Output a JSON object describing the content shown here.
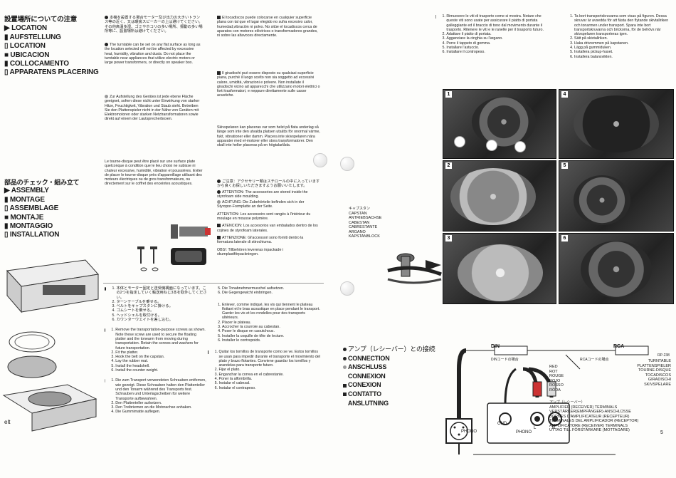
{
  "left_titles": [
    "設置場所についての注意",
    "LOCATION",
    "AUFSTELLUNG",
    "LOCATION",
    "UBICACION",
    "COLLOCAMENTO",
    "APPARATENS PLACERING"
  ],
  "assembly_titles": [
    "部品のチェック・組み立て",
    "ASSEMBLY",
    "MONTAGE",
    "ASSEMBLAGE",
    "MONTAJE",
    "MONTAGGIO",
    "INSTALLATION"
  ],
  "col2": {
    "jp": "本機を設置する場合モーター及び出力の大きいトランス等の近く、又は暖房スピーカーの上は避けてください。その他高温多湿、ゴミやホコリの多い場所、振動の多い場所等に、設置場所は避けてください。",
    "en": "The turntable can be set on any flat surface as long as the location selected will not be affected by excessive heat, humidity, vibration and dusts. Do not place the turntable near appliances that utilize electric motors or large power transformers, or directly on speaker box.",
    "de": "Zur Aufstellung des Gerätes ist jede ebene Fläche geeignet, sofern diese nicht unter Einwirkung von starker Hitze, Feuchtigkeit, Vibration und Staub steht. Betreiben Sie den Plattenspieler nicht in der Nähe von Geräten mit Elektromotoren oder starken Netztransformatoren sowie direkt auf einem der Lautsprecherboxen.",
    "fr": "Le tourne-disque peut être placé sur une surface plate quelconque à condition que le lieu choisi ne subisse ni chaleur excessive, humidité, vibration et poussières. Eviter de placer le tourne-disque près d'appareillage utilisant des moteurs électriques ou de gros transformateurs, ou directement sur le coffret des enceintes acoustiques."
  },
  "col3": {
    "es": "El tocadiscos puede colocarse en cualquier superficie plana con tal que el lugar elegido no sufra excesivo calor, humedad,vibración ni polvo. No sitúe el tocadiscos cerca de aparatos con motores eléctricos o transformadores grandes, ni sobre las altavoces directamente.",
    "it": "Il giradischi può essere disposto su qualsiasi superficie piana, purché il luogo scelto non sia soggetto ad eccessivi calore, umidità, vibrazioni e polvere. Non installate il giradischi vicino ad apparecchi che utilizzano motori elettrici o forti trasformatori, e neppure direttamente sulle casse acustiche.",
    "sv": "Skivspelaren kan placeras var som helst på flata underlag så länge som inte den utvalda platsen utsätts för onormal värme, fukt, vibrationer eller damm. Placera inte skivspelaren nära apparater med el-motorer eller stora transformatorer. Den skall inte heller placeras på en högtalarlåda."
  },
  "acc": {
    "jp": "ご注意：アクセサリー類はスチロールの中に入っていますから良くお探しいただきますようお願いいたします。",
    "en": "ATTENTION: The accessories are stored inside the styrofoam side moulding.",
    "de": "ACHTUNG: Die Zubehörteile befinden sich in der Styropor-Formplatte an der Seite.",
    "fr": "ATTENTION: Les accessoirs sont rangés à l'intérieur du moulage en mousse polymère.",
    "es": "ATENCION: Los accesorios van embalados dentro de los cojines de styrofoam laterales.",
    "it": "ATTENZIONE: Gl'accessori sono forniti dentro la formatura laterale di stirochiuma.",
    "sv": "OBS!: Tillbehören levereras inpackade i skumplastförpackningen."
  },
  "steps": {
    "jp": [
      "本体とモーター固定と送受機構面になっています。この2つを指定していく輸送用ねじ3本を取外してください。",
      "ターンテーブルを乗せる。",
      "ベルトをキャプスタンに掛ける。",
      "ゴムシートを乗せる。",
      "ヘッドシェルを取付ける。",
      "カウンターウエイトを差し込む。"
    ],
    "en": [
      "Remove the transportation-purpose screws as shown. Note these screw are used to secure the floating platter and the tonearm from moving during transportation. Retain the screws and washers for future transportation.",
      "Fit the platter.",
      "Hook the belt on the capstan.",
      "Lay the rubber mat.",
      "Install the headshell.",
      "Install the counter weight."
    ],
    "de": [
      "Die zum Transport verwendeten Schrauben entfernen, wie gezeigt. Diese Schrauben halten den Plattenteller und den Tonarm während des Transports fest. Schrauben und Unterlagscheiben für weitere Transporte aufbewahren.",
      "Den Plattenteller aufsetzen.",
      "Den Treibriemen an die Motorachse anhaken.",
      "Die Gummimatte auflegen."
    ],
    "de2": [
      "Die Tonabnehmermuschel aufsetzen.",
      "Die Gegengewicht einbringen."
    ],
    "fr": [
      "Enlever, comme indiqué, les vis qui tiennent le plateau flottant et le bras acoustique en place pendant le transport. Garder les vis et les rondelles pour des transports ultérieurs.",
      "Placer le plateau.",
      "Accrocher la courroie au cabestan.",
      "Poser le disque en caoutchouc.",
      "Installer la coquille de tête de lecture.",
      "Installer le contrepoids."
    ],
    "es": [
      "Quitar los tornillos de transporte como se ve. Estos tornillos se usan para impedir durante el transporte el movimiento del plato y brazo flotantes. Conviene guardar los tornillos y arandelas para transporte futuro.",
      "Fijar el plato.",
      "Enganchar la correa en el cabrestante.",
      "Poner la alfombrilla.",
      "Instalar el cabezal.",
      "Instalar el contrapeso."
    ],
    "it": [
      "Rimuovere le viti di trasporto come si mostra. Notare che queste viti sono usate per assicurare il piatto di portata galleggiante ed il braccio di tono dal movimento durante il trasporto. Ritenere le viti e le ranelle per il trasporto futuro.",
      "Adattare il piatto di portata.",
      "Agganciare la cinghia su l'argano.",
      "Porre il tappeto di gomma.",
      "Installare l'astuccio.",
      "Installare il contropeso."
    ],
    "sv": [
      "Ta bort transportskruvarna som visas på figuren. Dessa skruvar är avsedda för att fästa den flytande skivtallriken och tonarmen under transport. Spara inte bort transportskruvarna och brickorna, för de behövs när skivspelaren transporteras igen.",
      "Sätt på skivtallriken.",
      "Haka drivremmen på kapstanen.",
      "Lägg på gummiduken.",
      "Installera pickup-huset.",
      "Installera balansvikten."
    ]
  },
  "capstan_labels": [
    "キャプスタン",
    "CAPSTAN",
    "ANTRIEBSACHSE",
    "CABESTAN",
    "CABRESTANTE",
    "ARGANO",
    "KAPSTANBLOCK"
  ],
  "photo_numbers": [
    "1",
    "2",
    "3",
    "4",
    "5",
    "6"
  ],
  "conn_titles": [
    "アンプ（レシーバー）との接続",
    "CONNECTION",
    "ANSCHLUSS",
    "CONNEXION",
    "CONEXION",
    "CONTATTO",
    "ANSLUTNING"
  ],
  "diagram": {
    "din": "DIN",
    "rca": "RCA",
    "din_note": "DINコードの場合",
    "rca_note": "RCAコードの場合",
    "model": "RP-238",
    "turntable": [
      "TURNTABLE",
      "PLATTENSPIELER",
      "TOURNE-DISQUE",
      "TOCADISCOS",
      "GIRADISCHI",
      "SKIVSPELARE"
    ],
    "red": [
      "RED",
      "ROT",
      "ROUGE",
      "ROJO",
      "ROSSO",
      "RÖDA"
    ],
    "gnd": "GND",
    "l": "L",
    "r": "R",
    "phono": "PHONO",
    "amp": [
      "アンプ（レシーバー）",
      "AMPLIFIER (RECEIVER) TERMINALS",
      "VERSTÄRKER(EMPFÄNGER)-ANSCHLÜSSE",
      "BORNES D'AMPLIFICATEUR (RECEPTEUR)",
      "TERMINALES DEL AMPLIFICADOR (RECEPTOR)",
      "AMPLIFICATORE (RECEIVER) TERMINALS",
      "UTTAG TILL FÖRSTÄRKARE (MOTTAGARE)"
    ]
  },
  "page_number": "5",
  "edge_text": "elt"
}
